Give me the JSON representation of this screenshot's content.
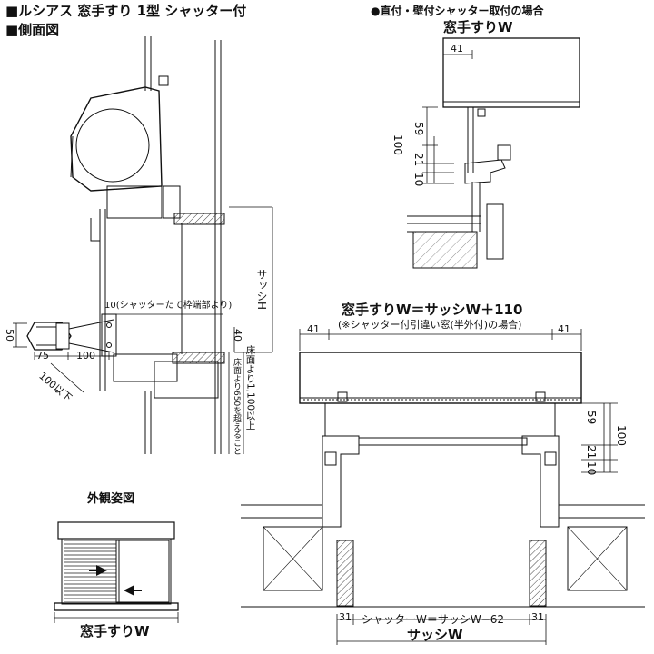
{
  "header": {
    "title": "■ルシアス 窓手すり 1型 シャッター付",
    "side_view": "■側面図",
    "mount_note": "●直付・壁付シャッター取付の場合"
  },
  "top_right": {
    "w_label": "窓手すりW",
    "dim_41": "41",
    "dim_100": "100",
    "dim_59": "59",
    "dim_21": "21",
    "dim_10": "10"
  },
  "side": {
    "dim_10_note": "10(シャッターたて枠端部より)",
    "shutter_h": "サッシH",
    "dim_50": "50",
    "dim_75": "75",
    "dim_100": "100",
    "dim_100_over": "100以下",
    "dim_40": "40",
    "floor_1100": "床面より1,100以上",
    "floor_650": "床面より650を超えること"
  },
  "front": {
    "formula": "窓手すりW＝サッシW＋110",
    "note": "(※シャッター付引違い窓(半外付)の場合)",
    "dim_41_left": "41",
    "dim_41_right": "41",
    "dim_59": "59",
    "dim_100": "100",
    "dim_21": "21",
    "dim_10": "10",
    "shutter_w": "シャッターW＝サッシW−62",
    "dim_31_left": "31",
    "dim_31_right": "31",
    "sash_w": "サッシW"
  },
  "appearance": {
    "title": "外観姿図",
    "w_label": "窓手すりW"
  }
}
